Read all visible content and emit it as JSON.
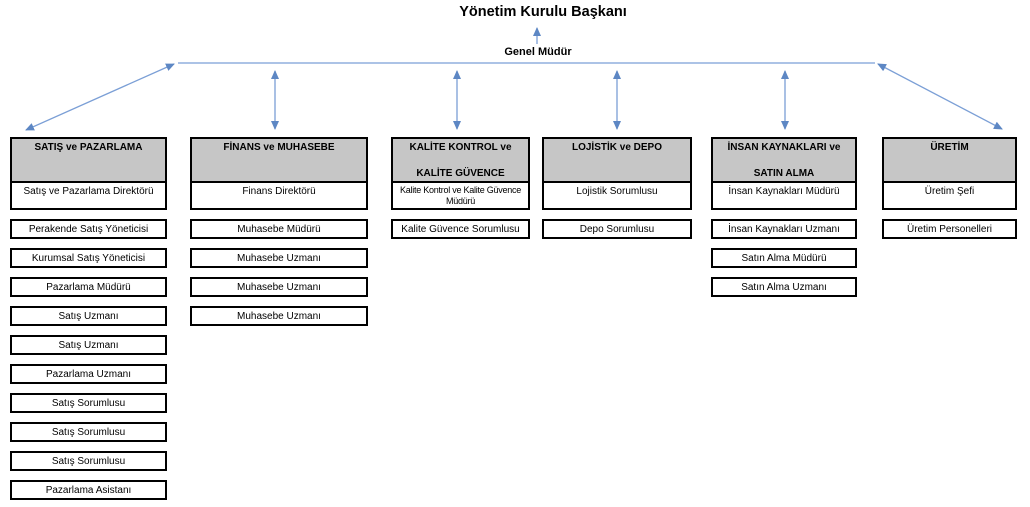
{
  "title": "Yönetim Kurulu Başkanı",
  "subtitle": "Genel Müdür",
  "colors": {
    "header_fill": "#c6c6c6",
    "box_border": "#000000",
    "connector_blue": "#7b9fd6",
    "arrowhead_blue": "#5d87c4"
  },
  "columns": [
    {
      "id": "satis-ve-pazarlama",
      "header1": "SATIŞ ve PAZARLAMA",
      "header2": "",
      "manager": "Satış ve Pazarlama Direktörü",
      "items": [
        "Perakende Satış Yöneticisi",
        "Kurumsal Satış Yöneticisi",
        "Pazarlama Müdürü",
        "Satış Uzmanı",
        "Satış Uzmanı",
        "Pazarlama Uzmanı",
        "Satış Sorumlusu",
        "Satış Sorumlusu",
        "Satış Sorumlusu",
        "Pazarlama Asistanı"
      ]
    },
    {
      "id": "finans-ve-muhasebe",
      "header1": "FİNANS ve MUHASEBE",
      "header2": "",
      "manager": "Finans Direktörü",
      "items": [
        "Muhasebe Müdürü",
        "Muhasebe Uzmanı",
        "Muhasebe Uzmanı",
        "Muhasebe Uzmanı"
      ]
    },
    {
      "id": "kalite-kontrol-ve-kalite-guvence",
      "header1": "KALİTE KONTROL ve",
      "header2": "KALİTE GÜVENCE",
      "manager": "Kalite Kontrol ve Kalite Güvence Müdürü",
      "items": [
        "Kalite Güvence Sorumlusu"
      ]
    },
    {
      "id": "lojistik-ve-depo",
      "header1": "LOJİSTİK ve DEPO",
      "header2": "",
      "manager": "Lojistik Sorumlusu",
      "items": [
        "Depo Sorumlusu"
      ]
    },
    {
      "id": "insan-kaynaklari-ve-satin-alma",
      "header1": "İNSAN KAYNAKLARI ve",
      "header2": "SATIN ALMA",
      "manager": "İnsan Kaynakları Müdürü",
      "items": [
        "İnsan Kaynakları Uzmanı",
        "Satın Alma Müdürü",
        "Satın Alma Uzmanı"
      ]
    },
    {
      "id": "uretim",
      "header1": "ÜRETİM",
      "header2": "",
      "manager": "Üretim Şefi",
      "items": [
        "Üretim Personelleri"
      ]
    }
  ]
}
